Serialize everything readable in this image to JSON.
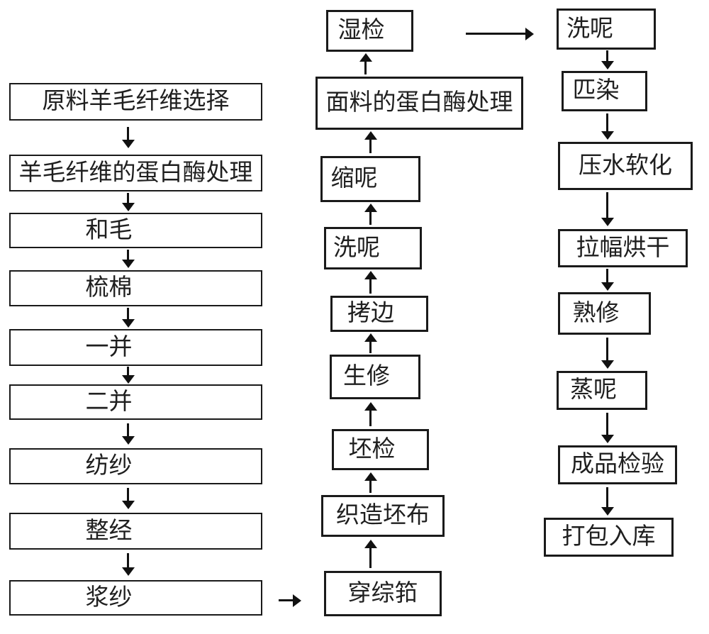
{
  "colors": {
    "background": "#ffffff",
    "line": "#1a1a1a",
    "text": "#1f1f1f"
  },
  "flowchart": {
    "left_column": {
      "direction": "top-to-bottom",
      "steps": [
        "原料羊毛纤维选择",
        "羊毛纤维的蛋白酶处理",
        "和毛",
        "梳棉",
        "一并",
        "二并",
        "纺纱",
        "整经",
        "浆纱"
      ]
    },
    "middle_column": {
      "direction": "bottom-to-top",
      "steps_top_to_bottom": [
        "湿检",
        "面料的蛋白酶处理",
        "缩呢",
        "洗呢",
        "拷边",
        "生修",
        "坯检",
        "织造坯布",
        "穿综筘"
      ]
    },
    "right_column": {
      "direction": "top-to-bottom",
      "steps": [
        "洗呢",
        "匹染",
        "压水软化",
        "拉幅烘干",
        "熟修",
        "蒸呢",
        "成品检验",
        "打包入库"
      ]
    },
    "cross_links": [
      {
        "from": "浆纱",
        "to": "穿综筘"
      },
      {
        "from": "湿检",
        "to": "洗呢"
      }
    ]
  }
}
